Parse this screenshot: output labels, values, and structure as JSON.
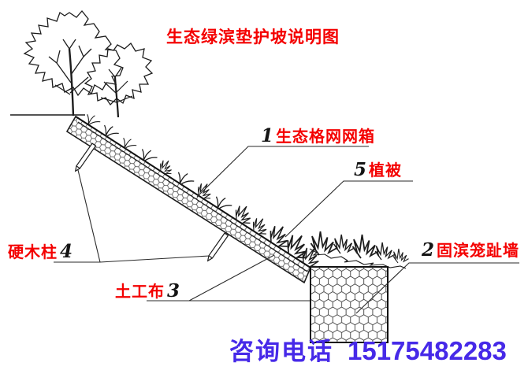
{
  "title": "生态绿滨垫护坡说明图",
  "callouts": {
    "c1": {
      "num": "1",
      "text": "生态格网网箱"
    },
    "c2": {
      "num": "2",
      "text": "固滨笼趾墙"
    },
    "c3": {
      "num": "3",
      "text": "土工布"
    },
    "c4": {
      "num": "4",
      "text": "硬木柱"
    },
    "c5": {
      "num": "5",
      "text": "植被"
    }
  },
  "footer": {
    "label": "咨询电话",
    "phone": "15175482283"
  },
  "colors": {
    "label_red": "#f40000",
    "phone_blue": "#4629e8",
    "line_black": "#1c1c1c"
  }
}
